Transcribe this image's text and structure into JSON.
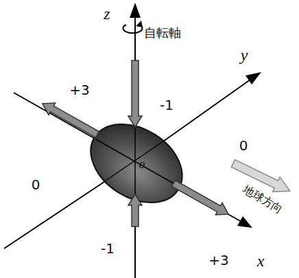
{
  "diagram": {
    "labels": [
      "z",
      "自転軸",
      "y",
      "+3",
      "-1",
      "0",
      "o",
      "0",
      "地球方向",
      "-1",
      "+3",
      "x"
    ]
  }
}
